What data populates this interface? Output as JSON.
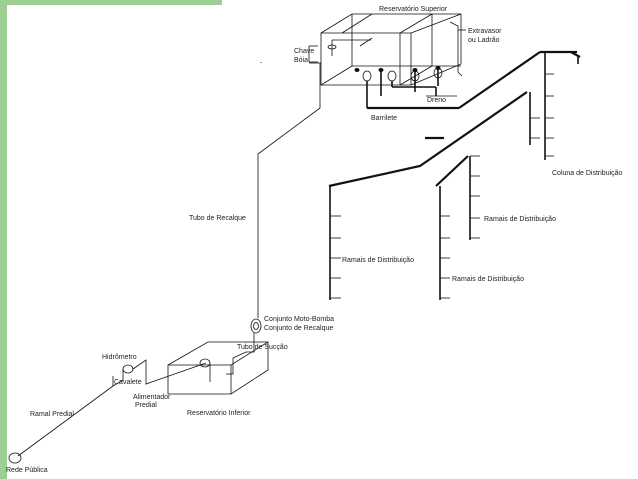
{
  "colors": {
    "frame_green": "#9dcf95",
    "line": "#111111",
    "text": "#222222"
  },
  "labels": {
    "reservatorio_superior": "Reservatório Superior",
    "extravasor": "Extravasor",
    "ou_ladrao": "ou Ladrão",
    "chave": "Chave",
    "boia": "Bóia",
    "dreno": "Dreno",
    "barrilete": "Barrilete",
    "coluna_distribuicao": "Coluna de Distribuição",
    "tubo_recalque": "Tubo de Recalque",
    "ramais_1": "Ramais de Distribuição",
    "ramais_2": "Ramais de Distribuição",
    "ramais_3": "Ramais de Distribuição",
    "conjunto_moto_bomba": "Conjunto Moto-Bomba",
    "conjunto_recalque": "Conjunto de Recalque",
    "tubo_succao": "Tubo de Sucção",
    "hidrometro": "Hidrômetro",
    "cavalete": "Cavalete",
    "alimentador": "Alimentador",
    "predial": "Predial",
    "reservatorio_inferior": "Reservatório Inferior",
    "ramal_predial": "Ramal Predial",
    "rede_publica": "Rede Pública"
  }
}
